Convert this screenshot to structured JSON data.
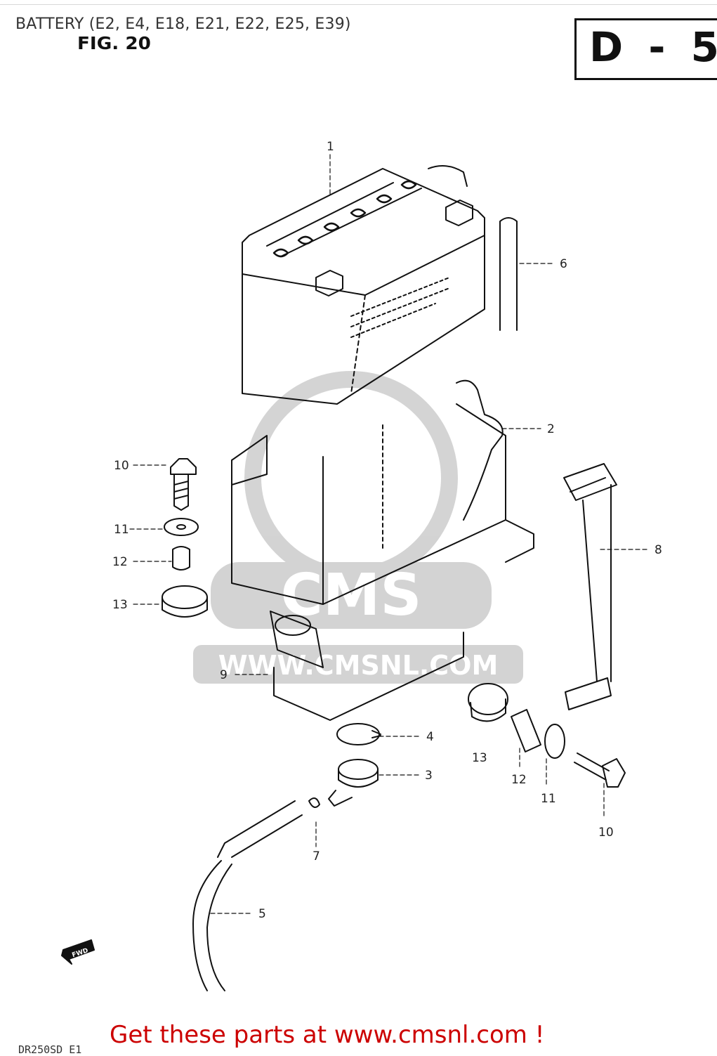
{
  "header": {
    "title": "BATTERY (E2, E4, E18, E21, E22, E25, E39)",
    "figure": "FIG. 20",
    "section_code": "D - 5"
  },
  "watermark": {
    "brand": "CMS",
    "url": "WWW.CMSNL.COM"
  },
  "parts": {
    "p1": "1",
    "p2": "2",
    "p3": "3",
    "p4": "4",
    "p5": "5",
    "p6": "6",
    "p7": "7",
    "p8": "8",
    "p9": "9",
    "p10a": "10",
    "p11a": "11",
    "p12a": "12",
    "p13a": "13",
    "p10b": "10",
    "p11b": "11",
    "p12b": "12",
    "p13b": "13"
  },
  "fwd_label": "FWD",
  "footer": {
    "code": "DR250SD E1",
    "cta": "Get these parts at www.cmsnl.com !"
  },
  "colors": {
    "ink": "#111111",
    "watermark": "#cccccc",
    "cta": "#cc0000"
  }
}
